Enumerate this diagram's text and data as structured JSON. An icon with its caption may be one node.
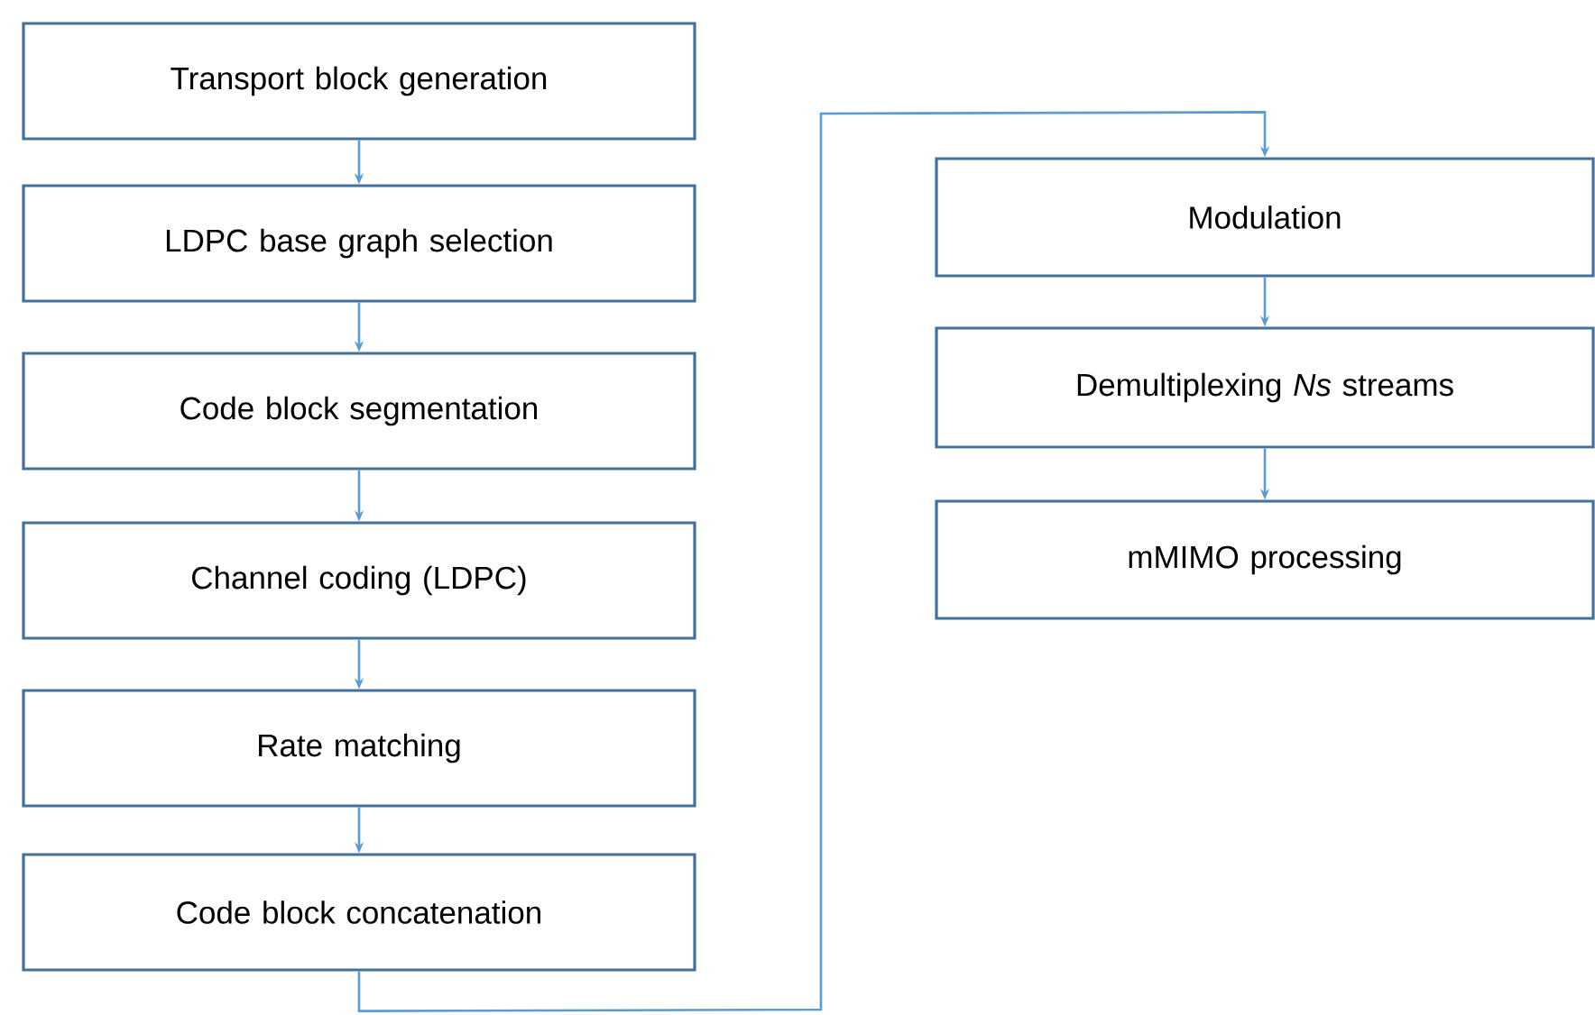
{
  "diagram": {
    "nodes": [
      {
        "text": [
          "Transport block generation"
        ]
      },
      {
        "text": [
          "LDPC base graph selection"
        ]
      },
      {
        "text": [
          "Code block segmentation"
        ]
      },
      {
        "text": [
          "Channel coding (LDPC)"
        ]
      },
      {
        "text": [
          "Rate matching"
        ]
      },
      {
        "text": [
          "Code block concatenation"
        ]
      },
      {
        "text": [
          "Modulation"
        ]
      },
      {
        "text": [
          "Demultiplexing *Ns* streams"
        ]
      },
      {
        "text": [
          "mMIMO processing"
        ]
      }
    ],
    "edges": [
      {
        "from": 0,
        "to": 1,
        "arrow": "to"
      },
      {
        "from": 1,
        "to": 2,
        "arrow": "to"
      },
      {
        "from": 2,
        "to": 3,
        "arrow": "to"
      },
      {
        "from": 3,
        "to": 4,
        "arrow": "to"
      },
      {
        "from": 4,
        "to": 5,
        "arrow": "to"
      },
      {
        "from": 5,
        "to": 6,
        "arrow": "to"
      },
      {
        "from": 6,
        "to": 7,
        "arrow": "to"
      },
      {
        "from": 7,
        "to": 8,
        "arrow": "to"
      }
    ]
  }
}
